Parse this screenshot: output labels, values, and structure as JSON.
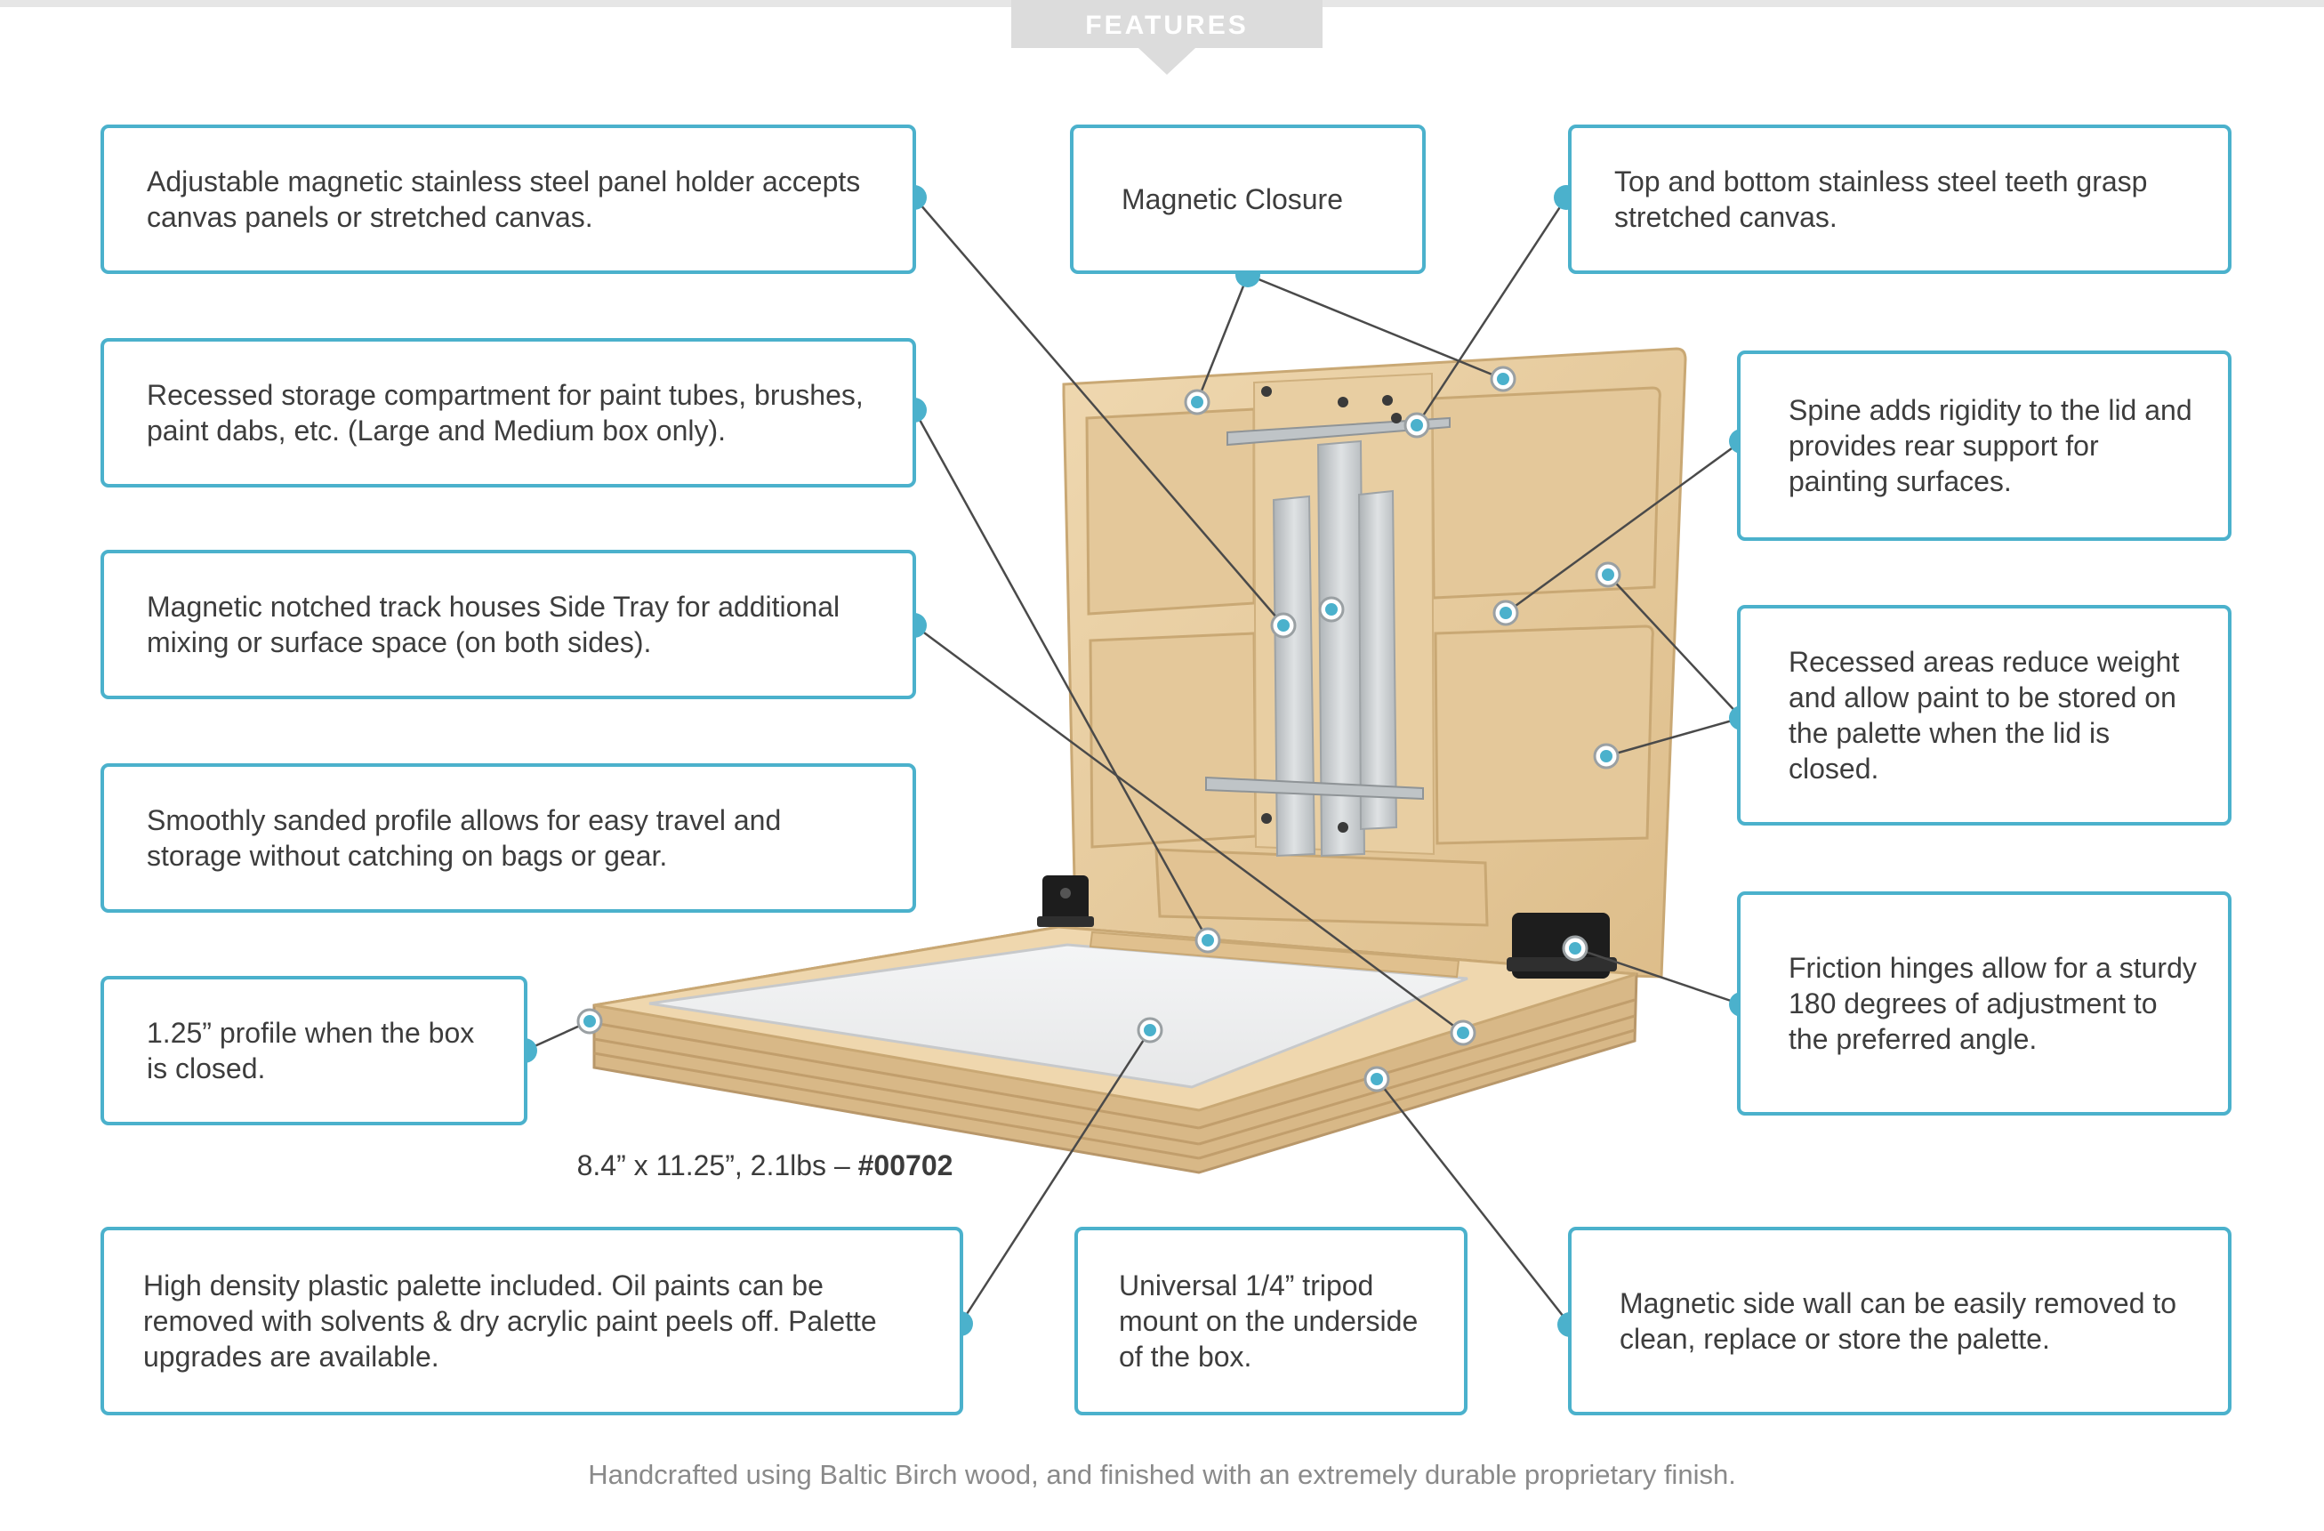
{
  "header": {
    "tab_label": "FEATURES"
  },
  "callouts": {
    "panel_holder": "Adjustable magnetic stainless steel panel holder accepts canvas panels or stretched canvas.",
    "storage": "Recessed storage compartment for paint tubes, brushes, paint dabs, etc. (Large and Medium box only).",
    "track": "Magnetic notched track houses Side Tray for additional mixing or surface space (on both sides).",
    "profile": "Smoothly sanded profile allows for easy travel and storage without catching on bags or gear.",
    "closed": "1.25” profile when the box is closed.",
    "palette": "High density plastic palette included. Oil paints can be removed with solvents & dry acrylic paint peels off. Palette upgrades are available.",
    "closure": "Magnetic Closure",
    "tripod": "Universal 1/4” tripod mount on the underside of the box.",
    "teeth": "Top and bottom stainless steel teeth grasp stretched canvas.",
    "spine": "Spine adds rigidity to the lid and provides rear support for painting surfaces.",
    "recessed_areas": "Recessed areas reduce weight and allow paint to be stored on the palette when the lid is closed.",
    "hinges": "Friction hinges allow for a sturdy 180 degrees of adjustment to the preferred angle.",
    "side_wall": "Magnetic side wall can be easily removed to clean, replace or store the palette."
  },
  "spec": {
    "dimensions": "8.4” x 11.25”, 2.1lbs – ",
    "item_number": "#00702"
  },
  "footer": {
    "note": "Handcrafted using Baltic Birch wood, and finished with an extremely durable proprietary finish."
  },
  "colors": {
    "accent": "#4bb1cc",
    "wood": "#e9cfa3",
    "steel": "#c9cdd0",
    "hinge": "#1d1d1d"
  }
}
